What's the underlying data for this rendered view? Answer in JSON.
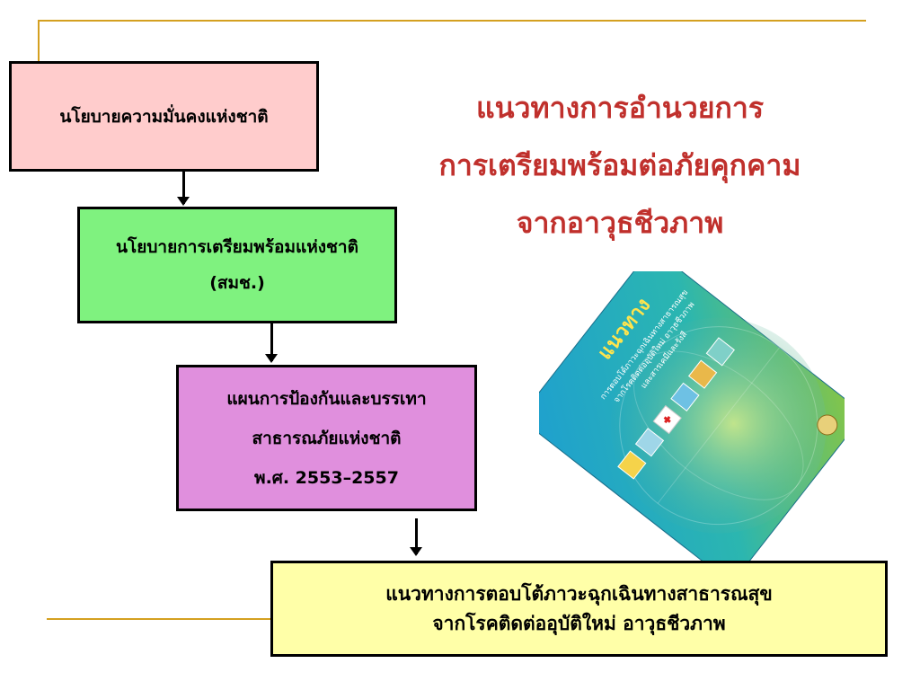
{
  "boxes": {
    "national_security_policy": "นโยบายความมั่นคงแห่งชาติ",
    "national_preparedness_policy_line1": "นโยบายการเตรียมพร้อมแห่งชาติ",
    "national_preparedness_policy_line2": "(สมช.)",
    "disaster_plan_line1": "แผนการป้องกันและบรรเทา",
    "disaster_plan_line2": "สาธารณภัยแห่งชาติ",
    "disaster_plan_line3": "พ.ศ. 2553–2557",
    "guideline_line1": "แนวทางการตอบโต้ภาวะฉุกเฉินทางสาธารณสุข",
    "guideline_line2": "จากโรคติดต่ออุบัติใหม่ อาวุธชีวภาพ"
  },
  "title": {
    "line1": "แนวทางการอำนวยการ",
    "line2": "การเตรียมพร้อมต่อภัยคุกคาม",
    "line3": "จากอาวุธชีวภาพ"
  },
  "book_cover": {
    "heading": "แนวทาง",
    "subtitle_line1": "การตอบโต้ภาวะฉุกเฉินทางสาธารณสุข",
    "subtitle_line2": "จากโรคติดต่ออุบัติใหม่ อาวุธชีวภาพ",
    "subtitle_line3": "และสารเคมีและรังสี"
  },
  "colors": {
    "accent_rule": "#d4a020",
    "title_red": "#c0302c",
    "box_pink": "#ffcccc",
    "box_green": "#7ff27f",
    "box_violet": "#e08fdd",
    "box_yellow": "#ffffa8"
  }
}
